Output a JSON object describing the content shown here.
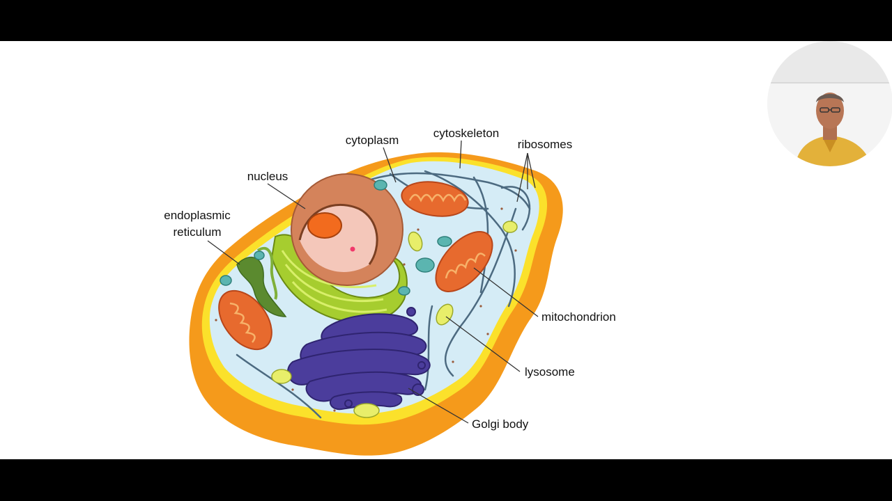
{
  "labels": {
    "cytoplasm": "cytoplasm",
    "cytoskeleton": "cytoskeleton",
    "ribosomes": "ribosomes",
    "nucleus": "nucleus",
    "er_line1": "endoplasmic",
    "er_line2": "reticulum",
    "mitochondrion": "mitochondrion",
    "lysosome": "lysosome",
    "golgi": "Golgi body"
  },
  "colors": {
    "membrane": "#f59a1b",
    "membrane_inner": "#fbe12b",
    "cytoplasm": "#d5ecf6",
    "mitochondria": "#e76a2e",
    "golgi": "#4b3d9c",
    "er": "#a6cd2f",
    "nucleus": "#d4835b",
    "nucleolus": "#f26b1e",
    "cytoskeleton": "#4c6a80",
    "vesicle": "#5bb5b0",
    "lysosome": "#e8ee6a"
  }
}
